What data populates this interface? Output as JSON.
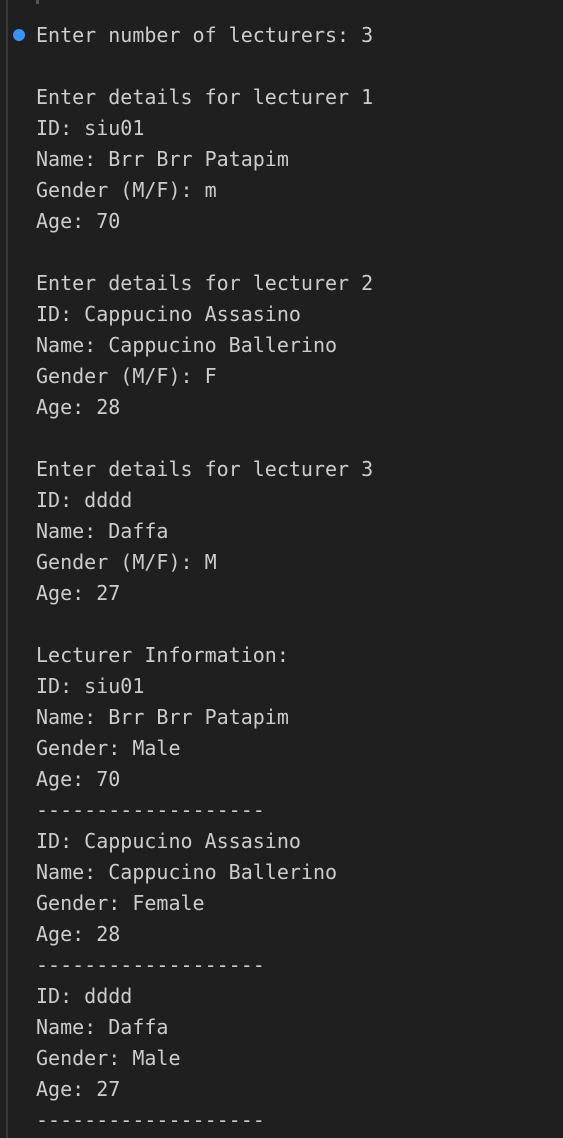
{
  "terminal": {
    "accent_color": "#3794ff",
    "background": "#1f1f1f",
    "text_color": "#cccccc",
    "lines": [
      "Enter number of lecturers: 3",
      "",
      "Enter details for lecturer 1",
      "ID: siu01",
      "Name: Brr Brr Patapim",
      "Gender (M/F): m",
      "Age: 70",
      "",
      "Enter details for lecturer 2",
      "ID: Cappucino Assasino",
      "Name: Cappucino Ballerino",
      "Gender (M/F): F",
      "Age: 28",
      "",
      "Enter details for lecturer 3",
      "ID: dddd",
      "Name: Daffa",
      "Gender (M/F): M",
      "Age: 27",
      "",
      "Lecturer Information:",
      "ID: siu01",
      "Name: Brr Brr Patapim",
      "Gender: Male",
      "Age: 70",
      "-------------------",
      "ID: Cappucino Assasino",
      "Name: Cappucino Ballerino",
      "Gender: Female",
      "Age: 28",
      "-------------------",
      "ID: dddd",
      "Name: Daffa",
      "Gender: Male",
      "Age: 27",
      "-------------------"
    ]
  }
}
